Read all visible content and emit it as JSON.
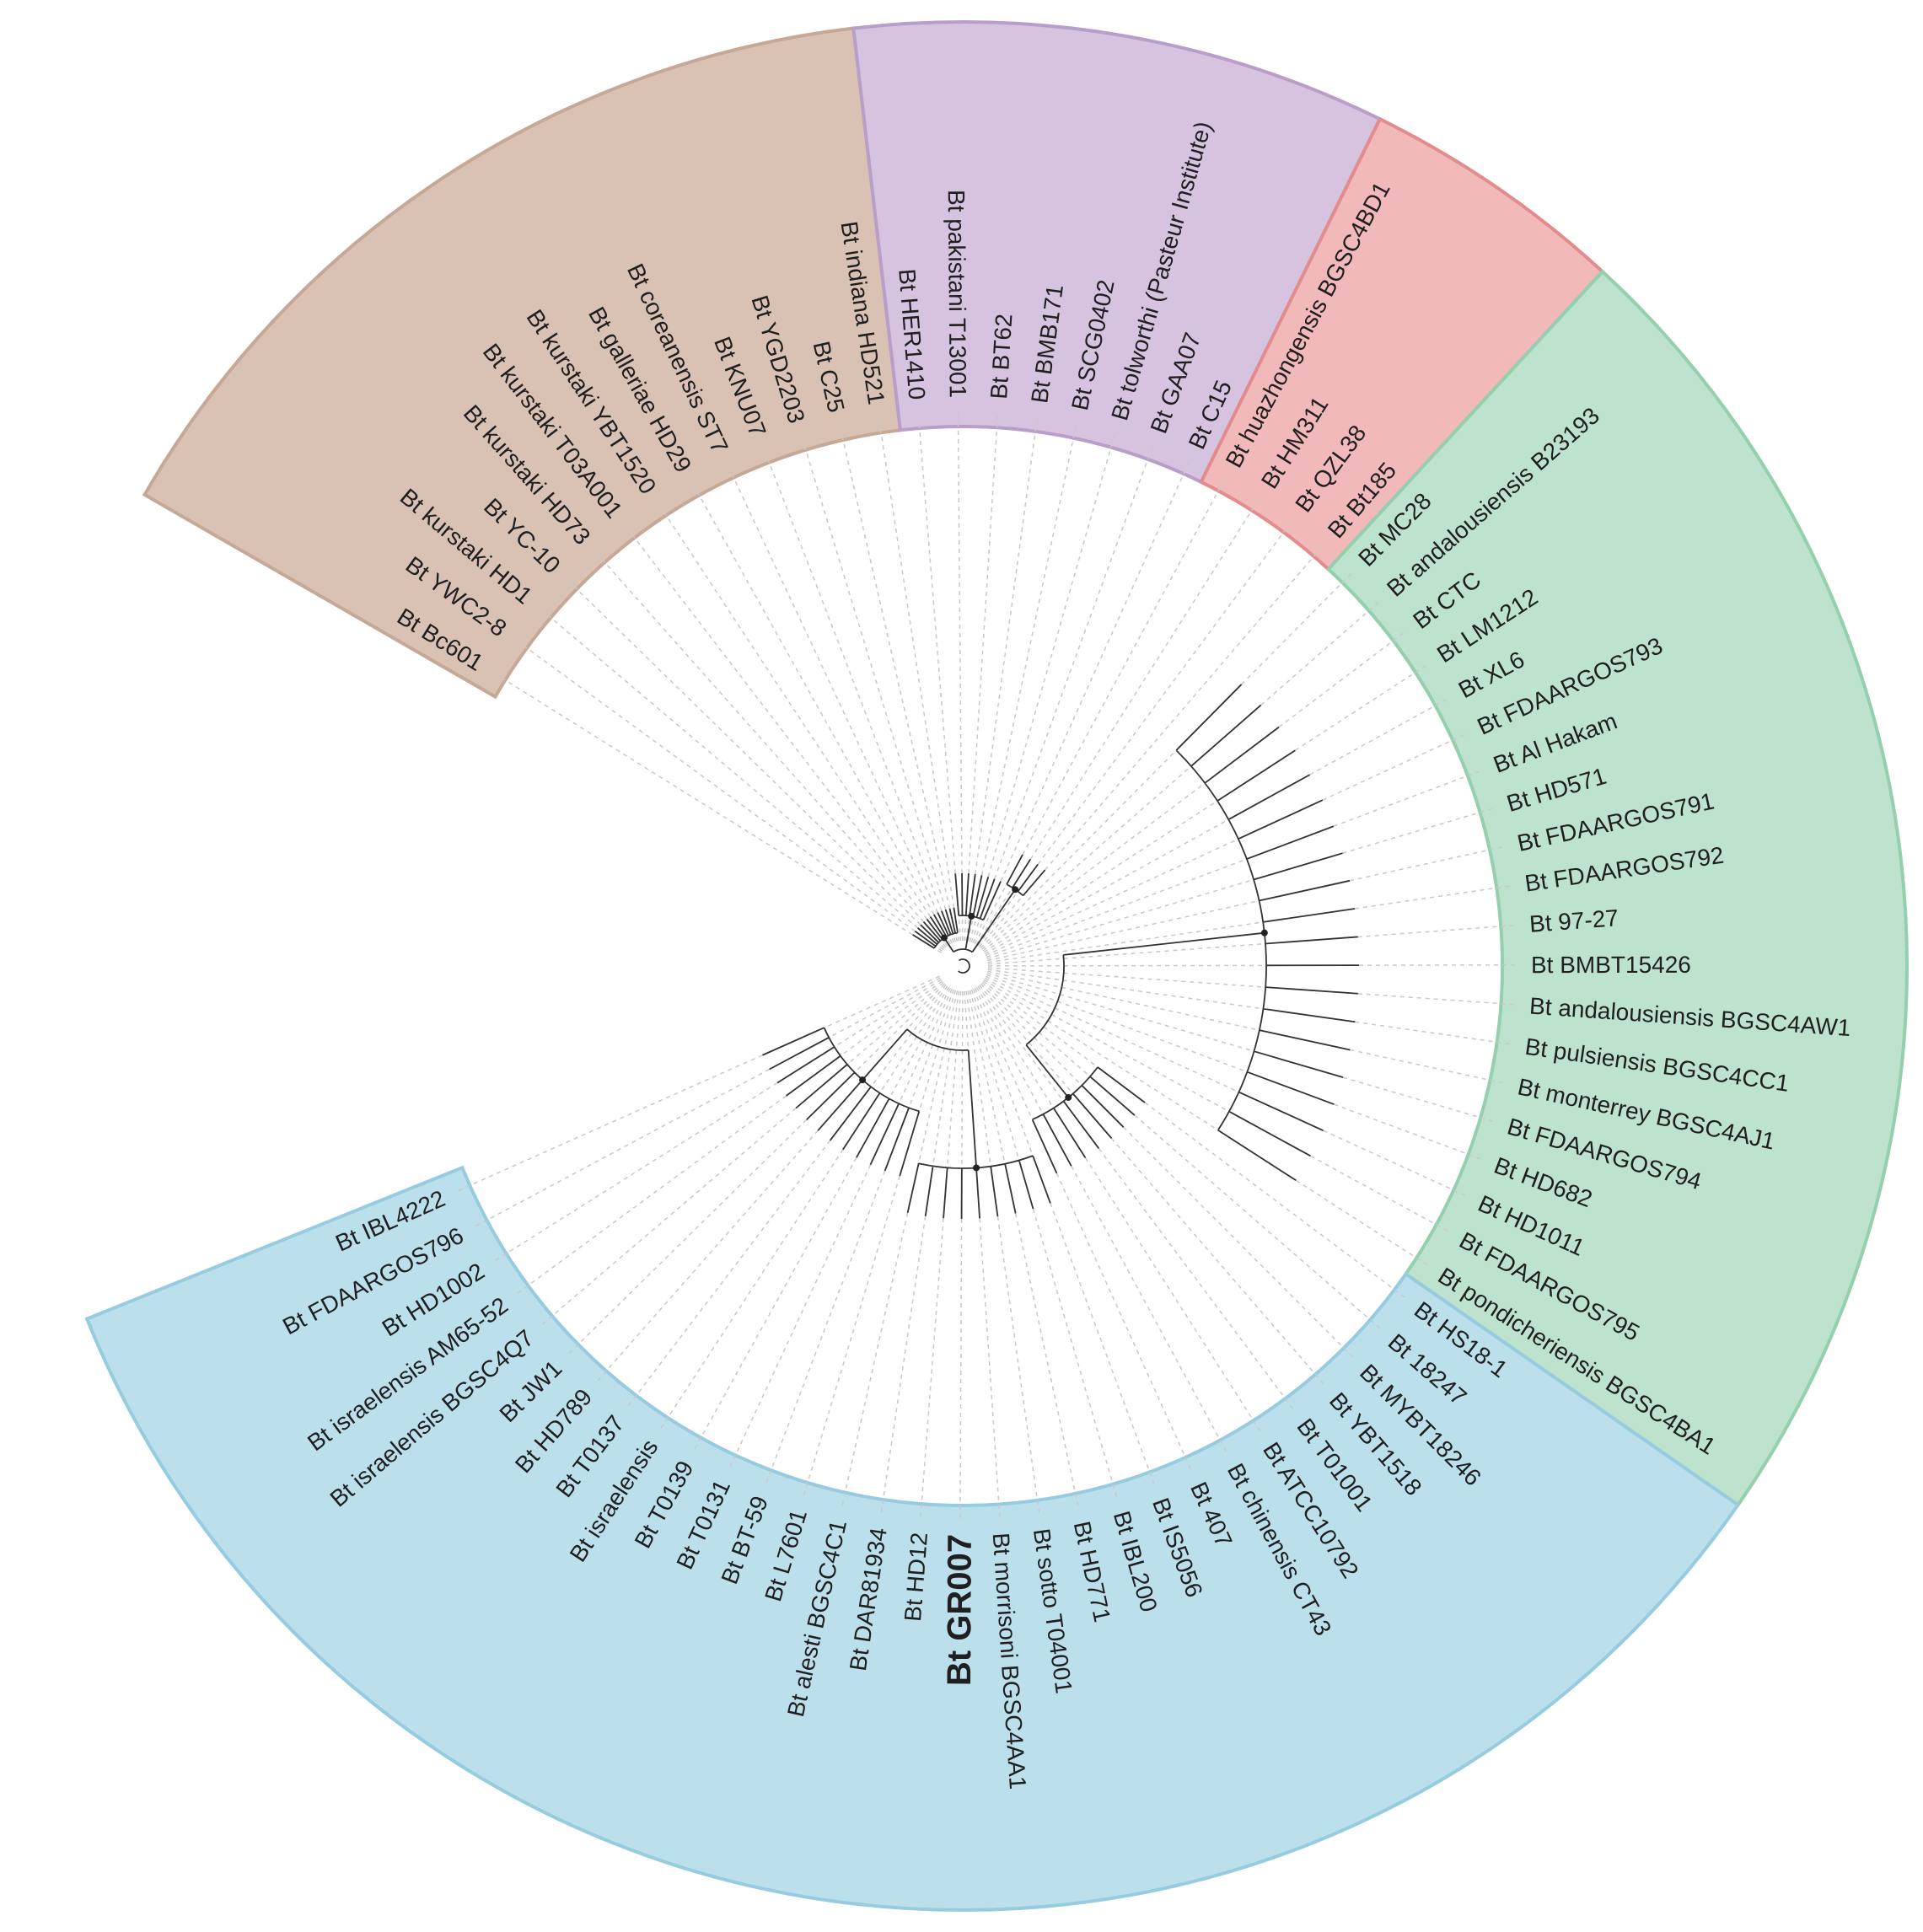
{
  "colors": {
    "clades": {
      "brown": "#d9c2b3",
      "purple": "#d5c3df",
      "red": "#f1b9b9",
      "green": "#bde2cd",
      "blue": "#bcdfec"
    },
    "clade_borders": {
      "brown": "#c6a896",
      "purple": "#b89ec8",
      "red": "#e28c8c",
      "green": "#94cfae",
      "blue": "#97cbe0"
    },
    "branch": "#333333",
    "guide": "#c8c8c8",
    "highlight_text": "#0d2a3a"
  },
  "clades": [
    {
      "id": "brown",
      "color": "brown"
    },
    {
      "id": "purple",
      "color": "purple"
    },
    {
      "id": "red",
      "color": "red"
    },
    {
      "id": "green",
      "color": "green"
    },
    {
      "id": "blue",
      "color": "blue"
    }
  ],
  "leaves": [
    {
      "label": "Bt Bc601",
      "clade": "brown"
    },
    {
      "label": "Bt YWC2-8",
      "clade": "brown"
    },
    {
      "label": "Bt kurstaki HD1",
      "clade": "brown"
    },
    {
      "label": "Bt YC-10",
      "clade": "brown"
    },
    {
      "label": "Bt kurstaki HD73",
      "clade": "brown"
    },
    {
      "label": "Bt kurstaki T03A001",
      "clade": "brown"
    },
    {
      "label": "Bt kurstaki YBT1520",
      "clade": "brown"
    },
    {
      "label": "Bt galleriae HD29",
      "clade": "brown"
    },
    {
      "label": "Bt coreanensis ST7",
      "clade": "brown"
    },
    {
      "label": "Bt KNU07",
      "clade": "brown"
    },
    {
      "label": "Bt YGD2203",
      "clade": "brown"
    },
    {
      "label": "Bt C25",
      "clade": "brown"
    },
    {
      "label": "Bt indiana HD521",
      "clade": "brown"
    },
    {
      "label": "Bt HER1410",
      "clade": "purple"
    },
    {
      "label": "Bt pakistani T13001",
      "clade": "purple"
    },
    {
      "label": "Bt BT62",
      "clade": "purple"
    },
    {
      "label": "Bt BMB171",
      "clade": "purple"
    },
    {
      "label": "Bt SCG0402",
      "clade": "purple"
    },
    {
      "label": "Bt tolworthi (Pasteur Institute)",
      "clade": "purple"
    },
    {
      "label": "Bt GAA07",
      "clade": "purple"
    },
    {
      "label": "Bt C15",
      "clade": "purple"
    },
    {
      "label": "Bt huazhongensis BGSC4BD1",
      "clade": "red"
    },
    {
      "label": "Bt HM311",
      "clade": "red"
    },
    {
      "label": "Bt QZL38",
      "clade": "red"
    },
    {
      "label": "Bt Bt185",
      "clade": "red"
    },
    {
      "label": "Bt MC28",
      "clade": "green"
    },
    {
      "label": "Bt andalousiensis B23193",
      "clade": "green"
    },
    {
      "label": "Bt CTC",
      "clade": "green"
    },
    {
      "label": "Bt LM1212",
      "clade": "green"
    },
    {
      "label": "Bt XL6",
      "clade": "green"
    },
    {
      "label": "Bt FDAARGOS793",
      "clade": "green"
    },
    {
      "label": "Bt Al Hakam",
      "clade": "green"
    },
    {
      "label": "Bt HD571",
      "clade": "green"
    },
    {
      "label": "Bt FDAARGOS791",
      "clade": "green"
    },
    {
      "label": "Bt FDAARGOS792",
      "clade": "green"
    },
    {
      "label": "Bt 97-27",
      "clade": "green"
    },
    {
      "label": "Bt BMBT15426",
      "clade": "green"
    },
    {
      "label": "Bt andalousiensis BGSC4AW1",
      "clade": "green"
    },
    {
      "label": "Bt pulsiensis BGSC4CC1",
      "clade": "green"
    },
    {
      "label": "Bt monterrey BGSC4AJ1",
      "clade": "green"
    },
    {
      "label": "Bt FDAARGOS794",
      "clade": "green"
    },
    {
      "label": "Bt HD682",
      "clade": "green"
    },
    {
      "label": "Bt HD1011",
      "clade": "green"
    },
    {
      "label": "Bt FDAARGOS795",
      "clade": "green"
    },
    {
      "label": "Bt pondicheriensis BGSC4BA1",
      "clade": "green"
    },
    {
      "label": "Bt HS18-1",
      "clade": "blue"
    },
    {
      "label": "Bt 18247",
      "clade": "blue"
    },
    {
      "label": "Bt MYBT18246",
      "clade": "blue"
    },
    {
      "label": "Bt YBT1518",
      "clade": "blue"
    },
    {
      "label": "Bt T01001",
      "clade": "blue"
    },
    {
      "label": "Bt ATCC10792",
      "clade": "blue"
    },
    {
      "label": "Bt chinensis CT43",
      "clade": "blue"
    },
    {
      "label": "Bt 407",
      "clade": "blue"
    },
    {
      "label": "Bt IS5056",
      "clade": "blue"
    },
    {
      "label": "Bt IBL200",
      "clade": "blue"
    },
    {
      "label": "Bt HD771",
      "clade": "blue"
    },
    {
      "label": "Bt sotto T04001",
      "clade": "blue"
    },
    {
      "label": "Bt morrisoni BGSC4AA1",
      "clade": "blue"
    },
    {
      "label": "Bt GR007",
      "clade": "blue",
      "highlight": true
    },
    {
      "label": "Bt HD12",
      "clade": "blue"
    },
    {
      "label": "Bt DAR81934",
      "clade": "blue"
    },
    {
      "label": "Bt alesti BGSC4C1",
      "clade": "blue"
    },
    {
      "label": "Bt L7601",
      "clade": "blue"
    },
    {
      "label": "Bt BT-59",
      "clade": "blue"
    },
    {
      "label": "Bt T0131",
      "clade": "blue"
    },
    {
      "label": "Bt T0139",
      "clade": "blue"
    },
    {
      "label": "Bt israelensis",
      "clade": "blue"
    },
    {
      "label": "Bt T0137",
      "clade": "blue"
    },
    {
      "label": "Bt HD789",
      "clade": "blue"
    },
    {
      "label": "Bt JW1",
      "clade": "blue"
    },
    {
      "label": "Bt israelensis BGSC4Q7",
      "clade": "blue"
    },
    {
      "label": "Bt israelensis AM65-52",
      "clade": "blue"
    },
    {
      "label": "Bt HD1002",
      "clade": "blue"
    },
    {
      "label": "Bt FDAARGOS796",
      "clade": "blue"
    },
    {
      "label": "Bt IBL4222",
      "clade": "blue"
    }
  ]
}
